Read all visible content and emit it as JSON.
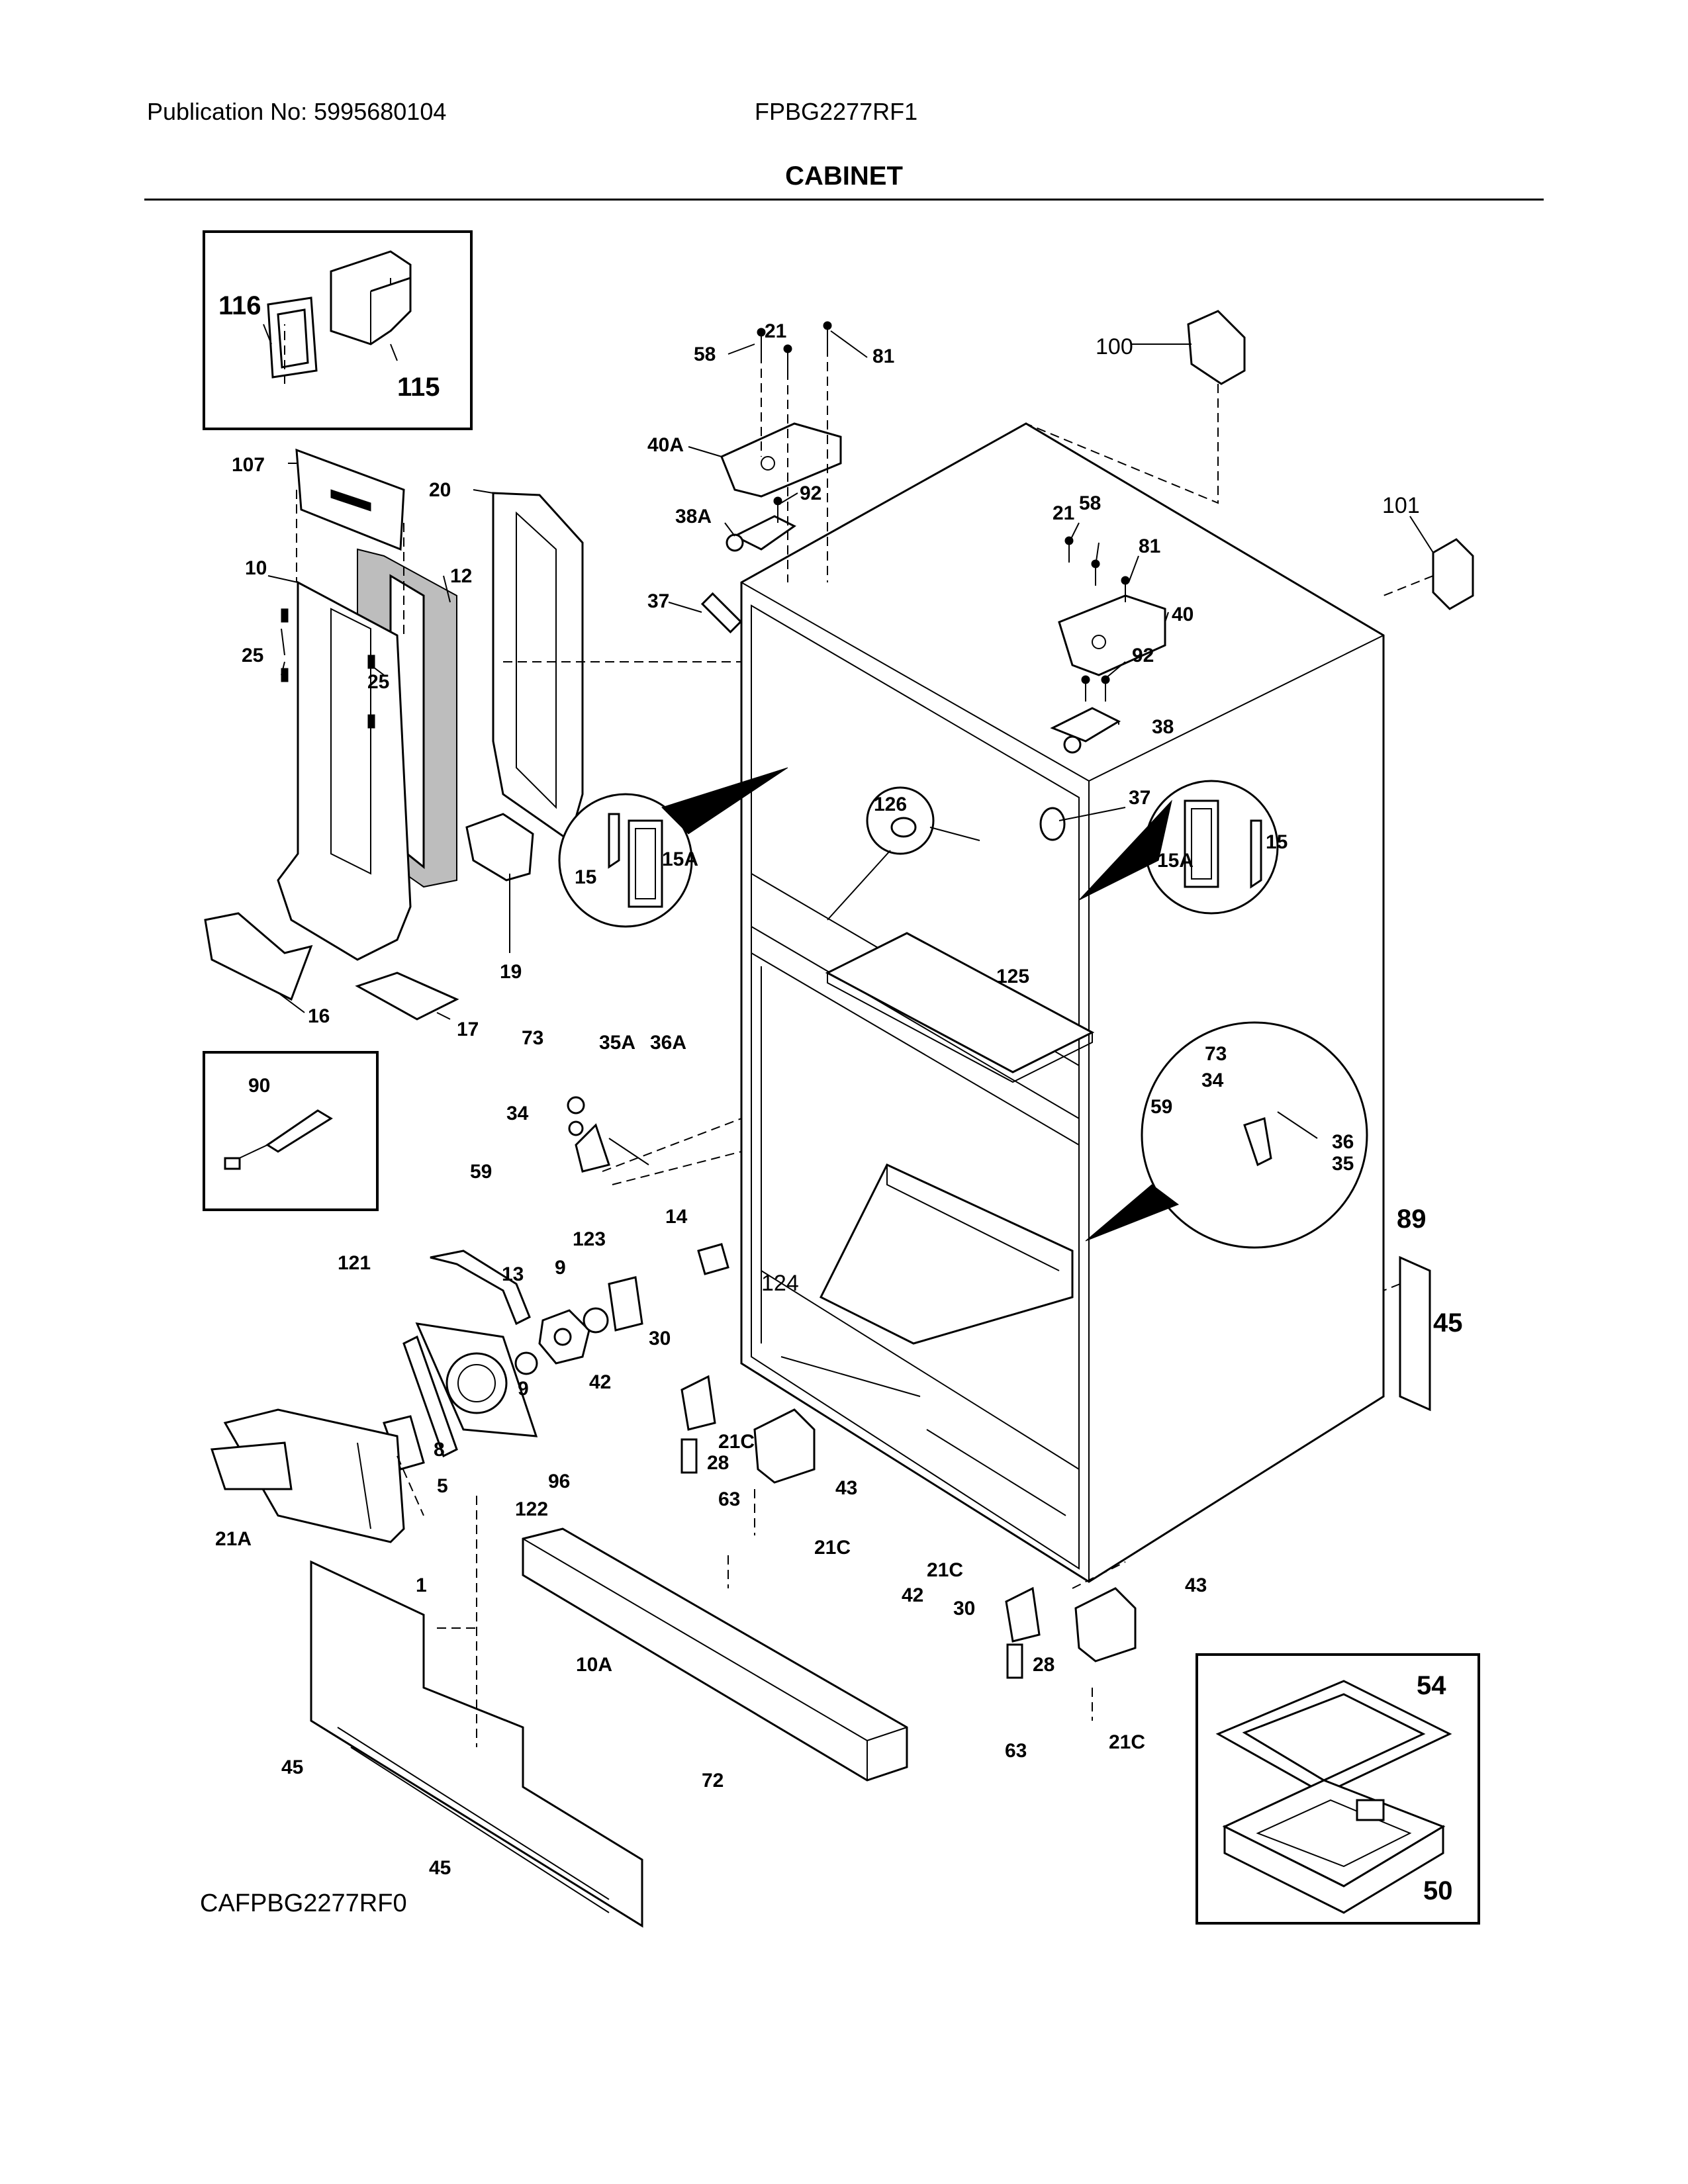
{
  "header": {
    "publication": "Publication No: 5995680104",
    "model": "FPBG2277RF1",
    "section": "CABINET"
  },
  "diagram_code": "CAFPBG2277RF0",
  "callouts": [
    "116",
    "115",
    "107",
    "20",
    "10",
    "12",
    "25",
    "25",
    "16",
    "17",
    "19",
    "90",
    "21",
    "58",
    "81",
    "40A",
    "92",
    "38A",
    "37",
    "100",
    "101",
    "21",
    "58",
    "81",
    "40",
    "92",
    "38",
    "37",
    "126",
    "15A",
    "15",
    "15A",
    "15",
    "125",
    "73",
    "35A",
    "36A",
    "34",
    "59",
    "73",
    "34",
    "59",
    "36",
    "35",
    "14",
    "123",
    "121",
    "13",
    "9",
    "9",
    "30",
    "42",
    "21C",
    "28",
    "63",
    "43",
    "21C",
    "8",
    "5",
    "96",
    "122",
    "1",
    "21A",
    "10A",
    "72",
    "45",
    "45",
    "21C",
    "42",
    "30",
    "43",
    "28",
    "63",
    "21C",
    "89",
    "45",
    "124",
    "54",
    "50"
  ]
}
